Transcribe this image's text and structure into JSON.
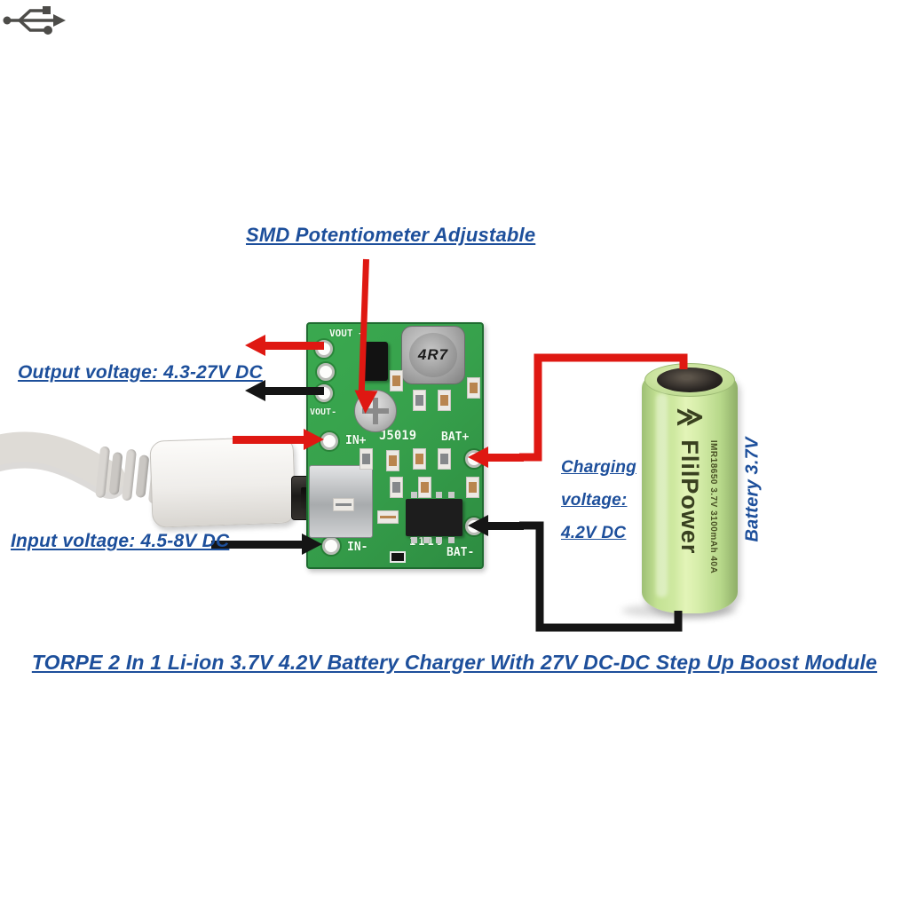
{
  "title": "TORPE 2 In 1 Li-ion 3.7V 4.2V Battery Charger With 27V DC-DC Step Up Boost Module",
  "annotations": {
    "smd_potentiometer": "SMD Potentiometer Adjustable",
    "output_voltage": "Output voltage: 4.3-27V DC",
    "input_voltage": "Input voltage: 4.5-8V DC",
    "charging_voltage_line1": "Charging",
    "charging_voltage_line2": "voltage:",
    "charging_voltage_line3": "4.2V DC",
    "battery_label": "Battery 3.7V"
  },
  "pcb": {
    "silkscreen": {
      "vout_plus": "VOUT +",
      "vout_minus": "VOUT-",
      "in_plus": "IN+",
      "model": "J5019",
      "bat_plus": "BAT+",
      "in_minus": "IN-",
      "bat_minus": "BAT-",
      "ic_date_code": "1119"
    },
    "inductor_label": "4R7"
  },
  "battery": {
    "logo_glyph": "≪",
    "brand": "FlilPower",
    "spec": "IMR18650 3.7V 3100mAh 40A"
  },
  "colors": {
    "annotation_blue": "#1d4f9b",
    "wire_red": "#df1812",
    "wire_black": "#151515",
    "pcb_green": "#37a14c",
    "battery_green": "#cfe9a1"
  }
}
